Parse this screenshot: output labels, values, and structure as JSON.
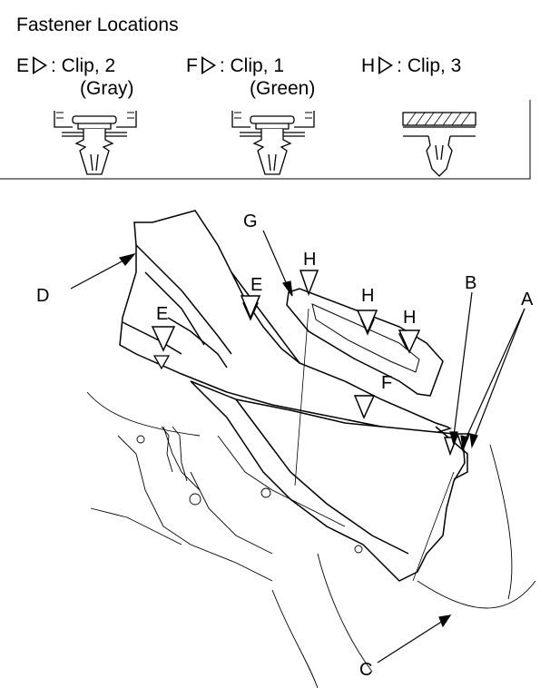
{
  "title": "Fastener Locations",
  "legend": [
    {
      "letter": "E",
      "text": ": Clip, 2",
      "sub": "(Gray)"
    },
    {
      "letter": "F",
      "text": ": Clip, 1",
      "sub": "(Green)"
    },
    {
      "letter": "H",
      "text": ": Clip, 3",
      "sub": ""
    }
  ],
  "callouts": {
    "A": "A",
    "B": "B",
    "C": "C",
    "D": "D",
    "G": "G",
    "E1": "E",
    "E2": "E",
    "H1": "H",
    "H2": "H",
    "H3": "H",
    "F": "F"
  }
}
